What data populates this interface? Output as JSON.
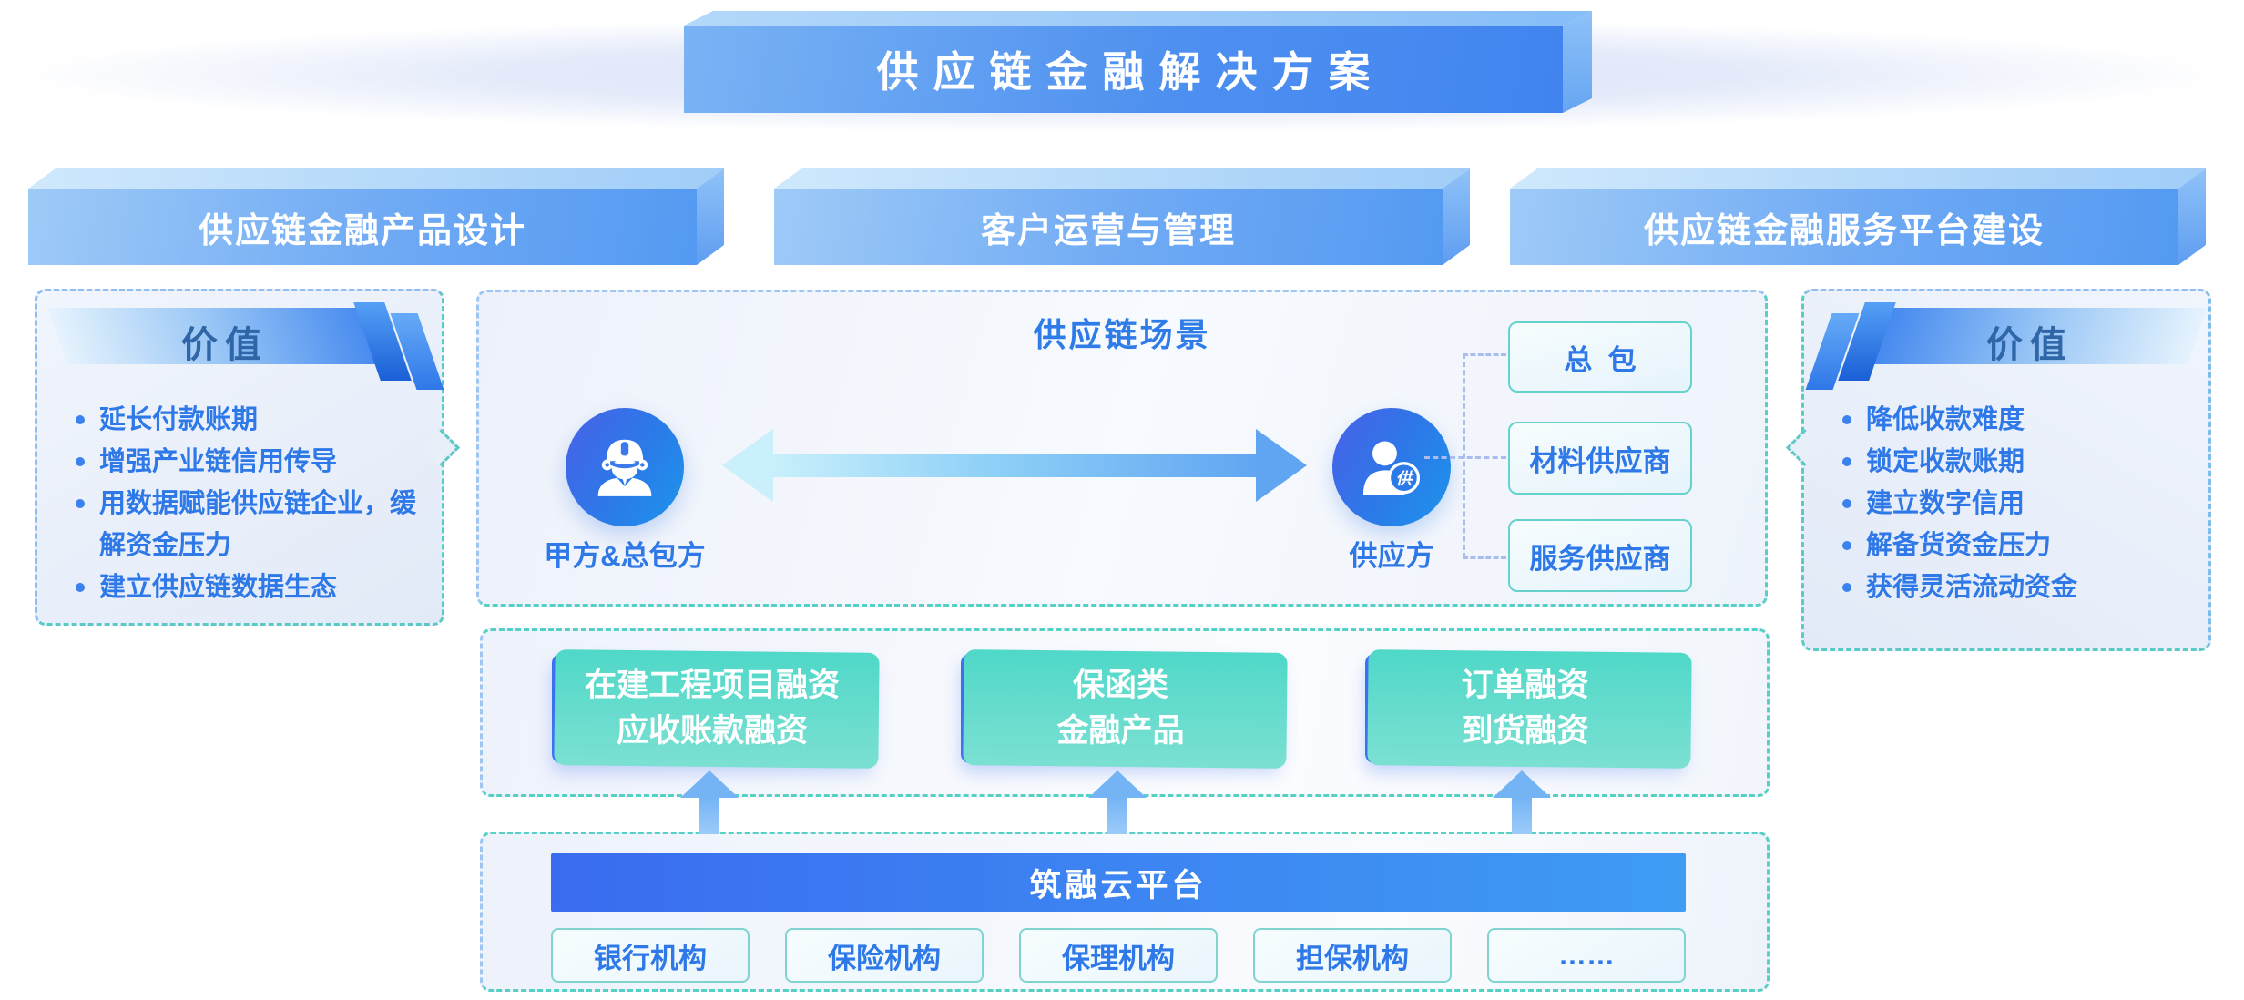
{
  "banner": {
    "title": "供应链金融解决方案"
  },
  "pillars": [
    {
      "label": "供应链金融产品设计"
    },
    {
      "label": "客户运营与管理"
    },
    {
      "label": "供应链金融服务平台建设"
    }
  ],
  "left_value": {
    "title": "价值",
    "items": [
      "延长付款账期",
      "增强产业链信用传导",
      "用数据赋能供应链企业，缓解资金压力",
      "建立供应链数据生态"
    ]
  },
  "right_value": {
    "title": "价值",
    "items": [
      "降低收款难度",
      "锁定收款账期",
      "建立数字信用",
      "解备货资金压力",
      "获得灵活流动资金"
    ]
  },
  "scene": {
    "title": "供应链场景",
    "party_a_label": "甲方&总包方",
    "supplier_label": "供应方",
    "supplier_badge": "供",
    "nodes": [
      "总  包",
      "材料供应商",
      "服务供应商"
    ]
  },
  "products": {
    "items": [
      {
        "lines": [
          "在建工程项目融资",
          "应收账款融资"
        ]
      },
      {
        "lines": [
          "保函类",
          "金融产品"
        ]
      },
      {
        "lines": [
          "订单融资",
          "到货融资"
        ]
      }
    ]
  },
  "platform": {
    "name": "筑融云平台",
    "institutions": [
      "银行机构",
      "保险机构",
      "保理机构",
      "担保机构",
      "……"
    ]
  },
  "colors": {
    "primary_text_blue": "#2e78e8",
    "teal_dash": "#56cfc4",
    "blue_dash": "#9fc6f3",
    "card_gradient_start": "#3b6ff0",
    "card_gradient_end": "#3f9ef2",
    "platform_bar_start": "#3a6cf0",
    "platform_bar_end": "#3f9cf3"
  }
}
